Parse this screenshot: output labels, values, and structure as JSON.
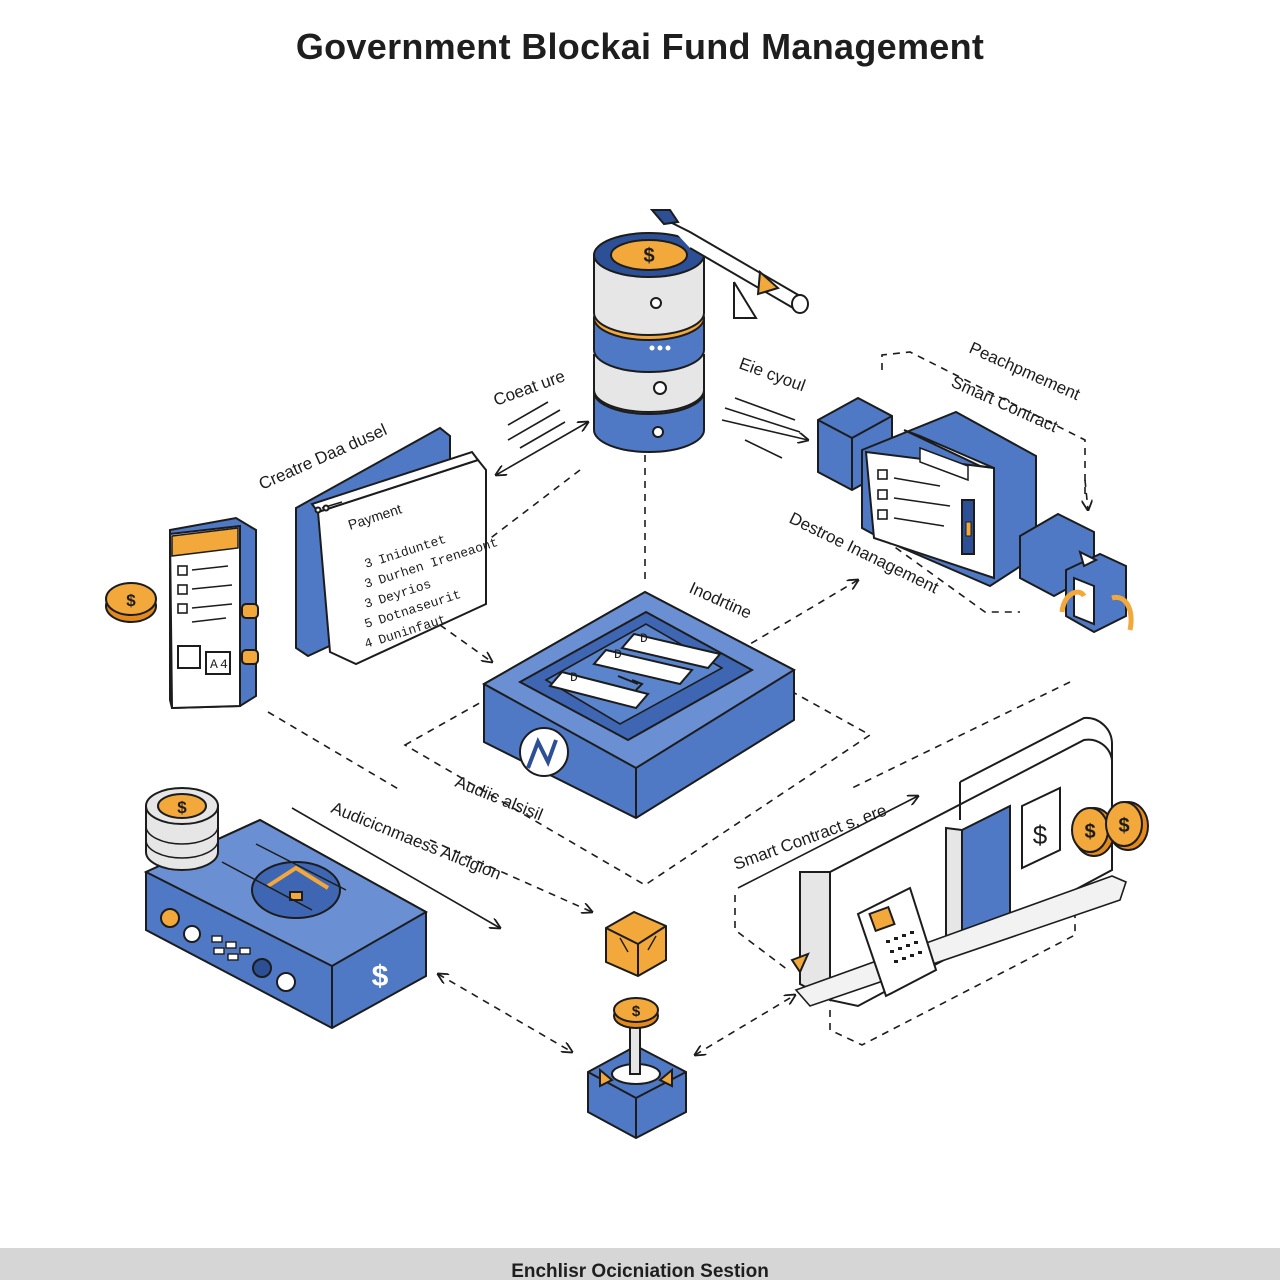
{
  "title": "Government Blockai Fund Management",
  "labels": {
    "create_data_model": "Creatre Daa dusel",
    "create": "Coeat ure",
    "file_cloud": "Eie cyoul",
    "pre_deployment": "Peachpmement",
    "smart_contract_top": "Smart Contract",
    "device_management": "Destroe Inanagement",
    "node": "Inodrtine",
    "audit_model": "Audiic alsisil",
    "audit_management": "Audicicnmaess Alicigion",
    "smart_contract_bottom": "Smart Contract s, ere"
  },
  "payment_card": {
    "heading": "Payment",
    "items": [
      {
        "num": "3",
        "text": "Iniduntet"
      },
      {
        "num": "3",
        "text": "Durhen Ireneaont"
      },
      {
        "num": "3",
        "text": "Deyrios"
      },
      {
        "num": "5",
        "text": "Dotnaseurit"
      },
      {
        "num": "4",
        "text": "Duninfaut"
      }
    ]
  },
  "ledger_rows": [
    "D",
    "D",
    "D"
  ],
  "phone_badges": [
    "A",
    "4"
  ],
  "footer": "Enchlisr Ocicniation Sestion",
  "colors": {
    "blue": "#4f79c4",
    "blue_dark": "#2c4f95",
    "gold": "#f2a83a",
    "outline": "#1c1c1c",
    "footer_bg": "#d6d6d6"
  },
  "icons": [
    "coin-icon",
    "dollar-icon",
    "database-icon",
    "server-icon",
    "smart-contract-icon",
    "phone-icon",
    "gauge-icon",
    "arrow-icon"
  ]
}
